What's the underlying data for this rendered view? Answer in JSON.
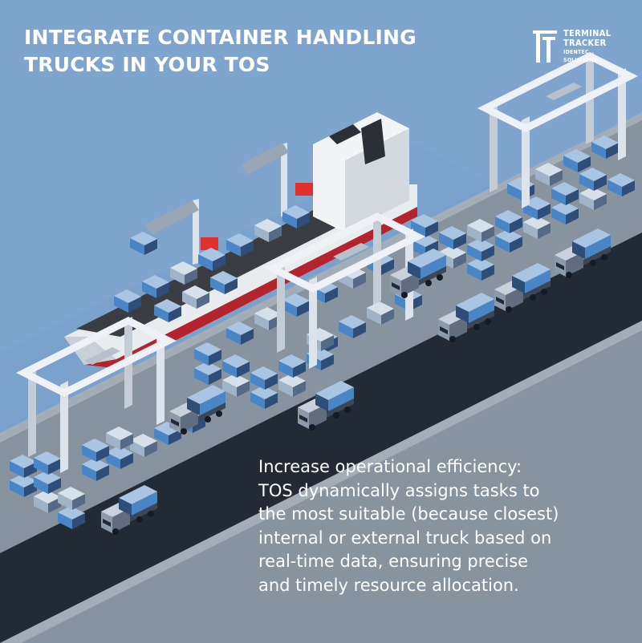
{
  "headline": {
    "line1": "INTEGRATE CONTAINER HANDLING",
    "line2": "TRUCKS IN YOUR TOS"
  },
  "logo": {
    "icon": "terminal-tracker-logo-icon",
    "line1": "TERMINAL",
    "line2": "TRACKER",
    "line3": "IDENTEC SOLUTIONS"
  },
  "caption": {
    "lines": [
      "Increase operational efficiency:",
      "TOS dynamically assigns tasks to",
      "the most suitable (because closest)",
      "internal or external truck based on",
      "real-time data, ensuring precise",
      "and timely resource allocation."
    ]
  },
  "colors": {
    "sky": "#7fa5cf",
    "quay": "#8893a0",
    "road": "#222a36",
    "ship_hull": "#e9ecef",
    "ship_stripe": "#b5232f",
    "container_blue": "#4a86c5",
    "container_navy": "#2f4d79",
    "container_grey": "#9fb4c9",
    "accent_red": "#e0312c",
    "text": "#ffffff"
  }
}
